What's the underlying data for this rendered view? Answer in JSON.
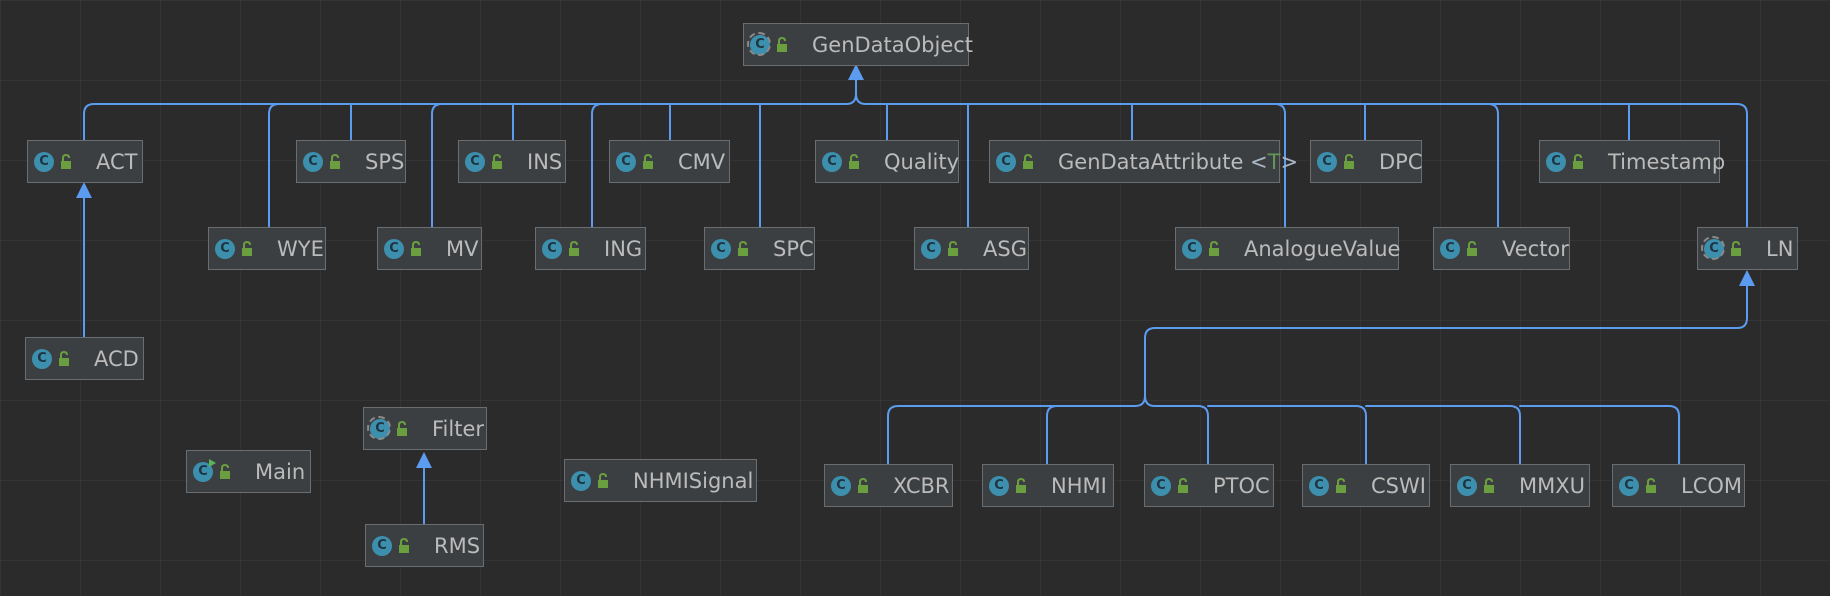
{
  "diagram": {
    "root": "GenDataObject",
    "classes": {
      "GenDataObject": "GenDataObject",
      "ACT": "ACT",
      "SPS": "SPS",
      "INS": "INS",
      "CMV": "CMV",
      "Quality": "Quality",
      "GenDataAttribute": {
        "name": "GenDataAttribute",
        "type_param": "T"
      },
      "DPC": "DPC",
      "Timestamp": "Timestamp",
      "WYE": "WYE",
      "MV": "MV",
      "ING": "ING",
      "SPC": "SPC",
      "ASG": "ASG",
      "AnalogueValue": "AnalogueValue",
      "Vector": "Vector",
      "LN": "LN",
      "ACD": "ACD",
      "Main": "Main",
      "Filter": "Filter",
      "RMS": "RMS",
      "NHMISignal": "NHMISignal",
      "XCBR": "XCBR",
      "NHMI": "NHMI",
      "PTOC": "PTOC",
      "CSWI": "CSWI",
      "MMXU": "MMXU",
      "LCOM": "LCOM"
    },
    "inheritance": [
      [
        "ACT",
        "GenDataObject"
      ],
      [
        "WYE",
        "GenDataObject"
      ],
      [
        "SPS",
        "GenDataObject"
      ],
      [
        "MV",
        "GenDataObject"
      ],
      [
        "INS",
        "GenDataObject"
      ],
      [
        "ING",
        "GenDataObject"
      ],
      [
        "CMV",
        "GenDataObject"
      ],
      [
        "SPC",
        "GenDataObject"
      ],
      [
        "Quality",
        "GenDataObject"
      ],
      [
        "ASG",
        "GenDataObject"
      ],
      [
        "GenDataAttribute",
        "GenDataObject"
      ],
      [
        "AnalogueValue",
        "GenDataObject"
      ],
      [
        "DPC",
        "GenDataObject"
      ],
      [
        "Vector",
        "GenDataObject"
      ],
      [
        "Timestamp",
        "GenDataObject"
      ],
      [
        "LN",
        "GenDataObject"
      ],
      [
        "ACD",
        "ACT"
      ],
      [
        "RMS",
        "Filter"
      ],
      [
        "XCBR",
        "LN"
      ],
      [
        "NHMI",
        "LN"
      ],
      [
        "PTOC",
        "LN"
      ],
      [
        "CSWI",
        "LN"
      ],
      [
        "MMXU",
        "LN"
      ],
      [
        "LCOM",
        "LN"
      ]
    ],
    "icons": {
      "class_icon": "class-icon",
      "visibility_icon": "public-lock-icon"
    },
    "colors": {
      "edge": "#5b9bf0",
      "class_icon": "#3d8fae",
      "lock": "#6a9e3e",
      "text": "#bbbbbb"
    }
  }
}
